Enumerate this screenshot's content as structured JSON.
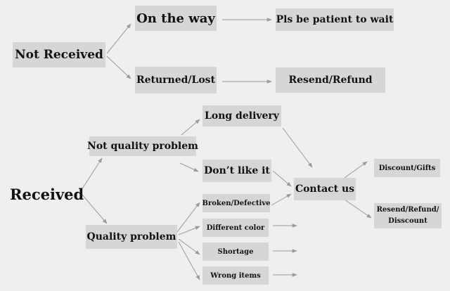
{
  "nodes": {
    "not_received": "Not Received",
    "on_the_way": "On the way",
    "pls_wait": "Pls be patient to wait",
    "returned_lost": "Returned/Lost",
    "resend_refund": "Resend/Refund",
    "received": "Received",
    "not_quality_problem": "Not quality problem",
    "quality_problem": "Quality problem",
    "long_delivery": "Long delivery",
    "dont_like_it": "Don’t like it",
    "contact_us": "Contact us",
    "broken_defective": "Broken/Defective",
    "different_color": "Different color",
    "shortage": "Shortage",
    "wrong_items": "Wrong items",
    "discount_gifts": "Discount/Gifts",
    "resend_refund_disscount": "Resend/Refund/ Disscount"
  },
  "colors": {
    "background": "#efefef",
    "box_fill": "#d6d6d6",
    "arrow": "#9a9a9a"
  }
}
